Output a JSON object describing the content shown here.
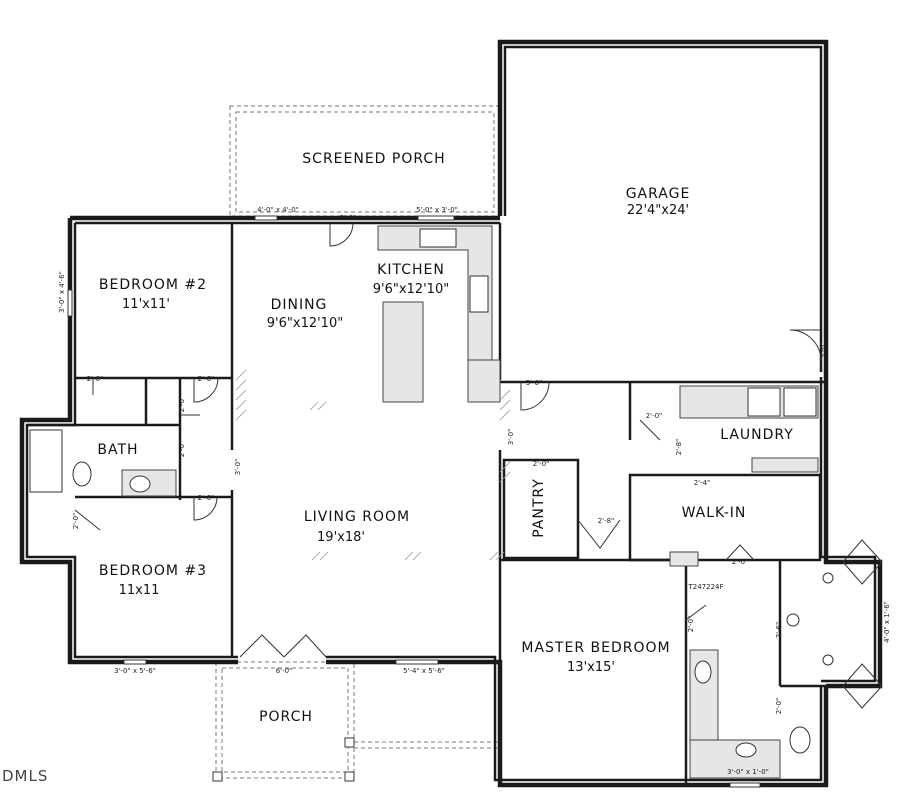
{
  "rooms": {
    "screened_porch": {
      "name": "SCREENED PORCH"
    },
    "garage": {
      "name": "GARAGE",
      "size": "22'4\"x24'"
    },
    "kitchen": {
      "name": "KITCHEN",
      "size": "9'6\"x12'10\""
    },
    "dining": {
      "name": "DINING",
      "size": "9'6\"x12'10\""
    },
    "bedroom2": {
      "name": "BEDROOM #2",
      "size": "11'x11'"
    },
    "bath": {
      "name": "BATH"
    },
    "bedroom3": {
      "name": "BEDROOM #3",
      "size": "11x11"
    },
    "living": {
      "name": "LIVING ROOM",
      "size": "19'x18'"
    },
    "pantry": {
      "name": "PANTRY"
    },
    "laundry": {
      "name": "LAUNDRY"
    },
    "walkin": {
      "name": "WALK-IN"
    },
    "master": {
      "name": "MASTER BEDROOM",
      "size": "13'x15'"
    },
    "porch": {
      "name": "PORCH"
    }
  },
  "dimensions": {
    "win_dining": "4'-0\" x 4'-0\"",
    "door_porch": "3'-0\"",
    "win_kitchen": "5'-0\" x 3'-0\"",
    "win_bed2_side": "3'-0\" x 4'-6\"",
    "door_bed2_closet": "2'-0\"",
    "door_bed2": "2'-6\"",
    "door_hall_closet": "2'-0\"",
    "door_bath": "2'-0\"",
    "door_bed3": "2'-6\"",
    "door_bed3_closet": "2'-0\"",
    "hall_opening": "3'-0\"",
    "door_garage_entry": "3'-0\"",
    "opening_kitchen": "3'-0\"",
    "door_garage_side": "3'-0\"",
    "door_pantry": "2'-0\"",
    "door_laundry_closet": "2'-0\"",
    "door_laundry": "2'-8\"",
    "door_walkin_entry": "2'-4\"",
    "door_master": "2'-8\"",
    "door_walkin": "2'-0\"",
    "door_master_bath": "2'-0\"",
    "door_shower": "2'-6\"",
    "door_wc": "2'-0\"",
    "win_bay": "4'-0\" x 1'-6\"",
    "win_bed3": "3'-0\" x 5'-6\"",
    "front_door": "6'-0\"",
    "win_living": "5'-4\" x 5'-6\"",
    "win_master_bath": "3'-0\" x 1'-0\"",
    "tag": "T247224F"
  },
  "watermark": "DMLS"
}
